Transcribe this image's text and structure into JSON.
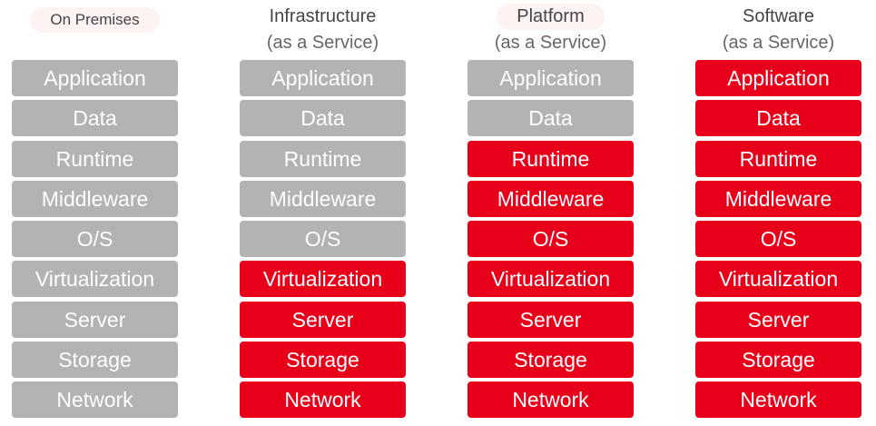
{
  "colors": {
    "you_manage": "#b3b3b3",
    "vendor_manages": "#e8001b",
    "header_text": "#444444"
  },
  "columns": [
    {
      "title_line1": "On Premises",
      "title_line2": "",
      "layers": [
        {
          "label": "Application",
          "managed_by": "you"
        },
        {
          "label": "Data",
          "managed_by": "you"
        },
        {
          "label": "Runtime",
          "managed_by": "you"
        },
        {
          "label": "Middleware",
          "managed_by": "you"
        },
        {
          "label": "O/S",
          "managed_by": "you"
        },
        {
          "label": "Virtualization",
          "managed_by": "you"
        },
        {
          "label": "Server",
          "managed_by": "you"
        },
        {
          "label": "Storage",
          "managed_by": "you"
        },
        {
          "label": "Network",
          "managed_by": "you"
        }
      ]
    },
    {
      "title_line1": "Infrastructure",
      "title_line2": "(as a Service)",
      "layers": [
        {
          "label": "Application",
          "managed_by": "you"
        },
        {
          "label": "Data",
          "managed_by": "you"
        },
        {
          "label": "Runtime",
          "managed_by": "you"
        },
        {
          "label": "Middleware",
          "managed_by": "you"
        },
        {
          "label": "O/S",
          "managed_by": "you"
        },
        {
          "label": "Virtualization",
          "managed_by": "vendor"
        },
        {
          "label": "Server",
          "managed_by": "vendor"
        },
        {
          "label": "Storage",
          "managed_by": "vendor"
        },
        {
          "label": "Network",
          "managed_by": "vendor"
        }
      ]
    },
    {
      "title_line1": "Platform",
      "title_line2": "(as a Service)",
      "layers": [
        {
          "label": "Application",
          "managed_by": "you"
        },
        {
          "label": "Data",
          "managed_by": "you"
        },
        {
          "label": "Runtime",
          "managed_by": "vendor"
        },
        {
          "label": "Middleware",
          "managed_by": "vendor"
        },
        {
          "label": "O/S",
          "managed_by": "vendor"
        },
        {
          "label": "Virtualization",
          "managed_by": "vendor"
        },
        {
          "label": "Server",
          "managed_by": "vendor"
        },
        {
          "label": "Storage",
          "managed_by": "vendor"
        },
        {
          "label": "Network",
          "managed_by": "vendor"
        }
      ]
    },
    {
      "title_line1": "Software",
      "title_line2": "(as a Service)",
      "layers": [
        {
          "label": "Application",
          "managed_by": "vendor"
        },
        {
          "label": "Data",
          "managed_by": "vendor"
        },
        {
          "label": "Runtime",
          "managed_by": "vendor"
        },
        {
          "label": "Middleware",
          "managed_by": "vendor"
        },
        {
          "label": "O/S",
          "managed_by": "vendor"
        },
        {
          "label": "Virtualization",
          "managed_by": "vendor"
        },
        {
          "label": "Server",
          "managed_by": "vendor"
        },
        {
          "label": "Storage",
          "managed_by": "vendor"
        },
        {
          "label": "Network",
          "managed_by": "vendor"
        }
      ]
    }
  ]
}
